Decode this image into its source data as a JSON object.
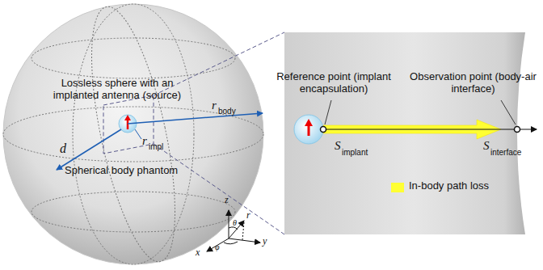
{
  "diagram": {
    "labels": [
      "Lossless sphere with an implanted antenna (source)",
      "d",
      "r",
      "impl",
      "r",
      "body",
      "Spherical body phantom",
      "Reference point (implant encapsulation)",
      "Observation point (body-air interface)",
      "S",
      "implant",
      "S",
      "interface",
      "z",
      "θ",
      "r",
      "x",
      "φ",
      "y"
    ],
    "legend": [
      {
        "text": "In-body path loss",
        "color": "#ffff33"
      }
    ]
  }
}
